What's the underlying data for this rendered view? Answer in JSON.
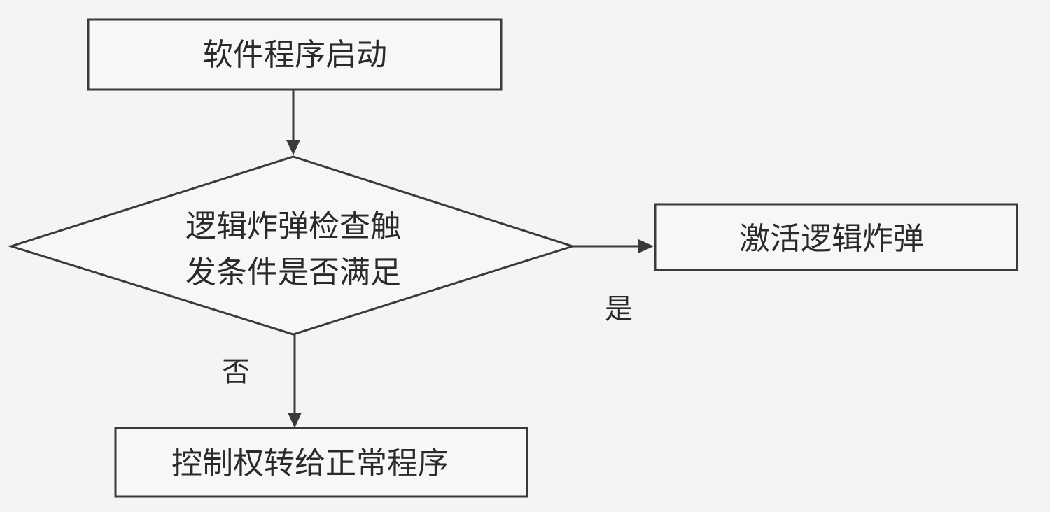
{
  "nodes": {
    "start": {
      "label": "软件程序启动"
    },
    "decision": {
      "line1": "逻辑炸弹检查触",
      "line2": "发条件是否满足"
    },
    "activate": {
      "label": "激活逻辑炸弹"
    },
    "normal": {
      "label": "控制权转给正常程序"
    }
  },
  "edges": {
    "yes_label": "是",
    "no_label": "否"
  }
}
